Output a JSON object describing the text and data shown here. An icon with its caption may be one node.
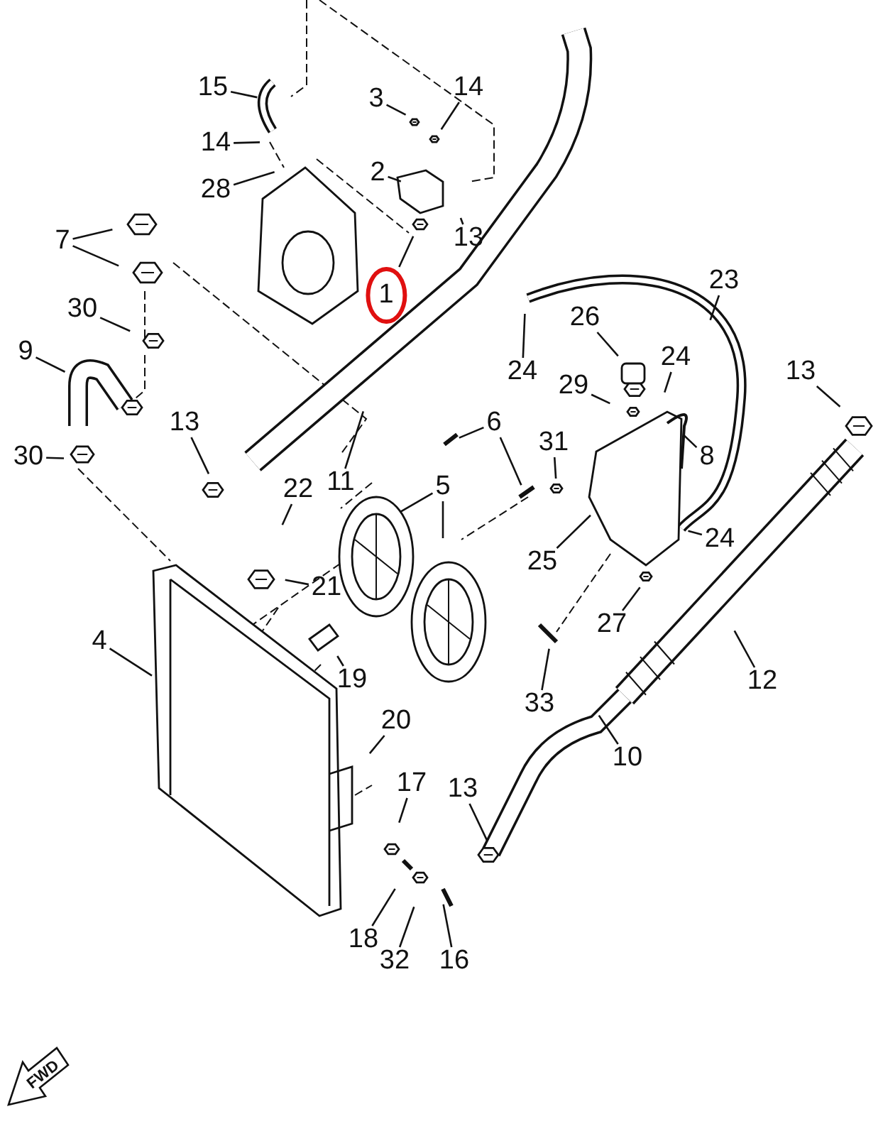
{
  "diagram": {
    "nodes": [
      {
        "text": [
          "15"
        ]
      },
      {
        "text": [
          "14"
        ]
      },
      {
        "text": [
          "28"
        ]
      },
      {
        "text": [
          "3"
        ]
      },
      {
        "text": [
          "14"
        ]
      },
      {
        "text": [
          "2"
        ]
      },
      {
        "text": [
          "13"
        ]
      },
      {
        "text": [
          "1"
        ]
      },
      {
        "text": [
          "7"
        ]
      },
      {
        "text": [
          "30"
        ]
      },
      {
        "text": [
          "9"
        ]
      },
      {
        "text": [
          "30"
        ]
      },
      {
        "text": [
          "13"
        ]
      },
      {
        "text": [
          "11"
        ]
      },
      {
        "text": [
          "22"
        ]
      },
      {
        "text": [
          "6"
        ]
      },
      {
        "text": [
          "5"
        ]
      },
      {
        "text": [
          "21"
        ]
      },
      {
        "text": [
          "4"
        ]
      },
      {
        "text": [
          "19"
        ]
      },
      {
        "text": [
          "20"
        ]
      },
      {
        "text": [
          "17"
        ]
      },
      {
        "text": [
          "18"
        ]
      },
      {
        "text": [
          "32"
        ]
      },
      {
        "text": [
          "16"
        ]
      },
      {
        "text": [
          "13"
        ]
      },
      {
        "text": [
          "10"
        ]
      },
      {
        "text": [
          "12"
        ]
      },
      {
        "text": [
          "33"
        ]
      },
      {
        "text": [
          "27"
        ]
      },
      {
        "text": [
          "25"
        ]
      },
      {
        "text": [
          "31"
        ]
      },
      {
        "text": [
          "24"
        ]
      },
      {
        "text": [
          "23"
        ]
      },
      {
        "text": [
          "26"
        ]
      },
      {
        "text": [
          "29"
        ]
      },
      {
        "text": [
          "24"
        ]
      },
      {
        "text": [
          "8"
        ]
      },
      {
        "text": [
          "24"
        ]
      },
      {
        "text": [
          "13"
        ]
      },
      {
        "text": [],
        "shape": "picture"
      }
    ],
    "edges": [
      {
        "from": 0,
        "to": null,
        "arrow": "none"
      },
      {
        "from": 1,
        "to": null,
        "arrow": "none"
      },
      {
        "from": 2,
        "to": null,
        "arrow": "none"
      },
      {
        "from": 3,
        "to": null,
        "arrow": "none"
      },
      {
        "from": 4,
        "to": null,
        "arrow": "none"
      },
      {
        "from": 5,
        "to": null,
        "arrow": "none"
      },
      {
        "from": 6,
        "to": null,
        "arrow": "none"
      },
      {
        "from": 7,
        "to": null,
        "arrow": "none"
      },
      {
        "from": 8,
        "to": null,
        "arrow": "none"
      },
      {
        "from": 8,
        "to": null,
        "arrow": "none"
      },
      {
        "from": 9,
        "to": null,
        "arrow": "none"
      },
      {
        "from": 10,
        "to": null,
        "arrow": "none"
      },
      {
        "from": 11,
        "to": null,
        "arrow": "none"
      },
      {
        "from": 12,
        "to": null,
        "arrow": "none"
      },
      {
        "from": 13,
        "to": null,
        "arrow": "none"
      },
      {
        "from": 14,
        "to": null,
        "arrow": "none"
      },
      {
        "from": 15,
        "to": null,
        "arrow": "none"
      },
      {
        "from": 15,
        "to": null,
        "arrow": "none"
      },
      {
        "from": 16,
        "to": null,
        "arrow": "none"
      },
      {
        "from": 16,
        "to": null,
        "arrow": "none"
      },
      {
        "from": 17,
        "to": null,
        "arrow": "none"
      },
      {
        "from": 18,
        "to": 40,
        "arrow": "none"
      },
      {
        "from": 19,
        "to": null,
        "arrow": "none"
      },
      {
        "from": 20,
        "to": null,
        "arrow": "none"
      },
      {
        "from": 21,
        "to": null,
        "arrow": "none"
      },
      {
        "from": 22,
        "to": null,
        "arrow": "none"
      },
      {
        "from": 23,
        "to": null,
        "arrow": "none"
      },
      {
        "from": 24,
        "to": null,
        "arrow": "none"
      },
      {
        "from": 25,
        "to": null,
        "arrow": "none"
      },
      {
        "from": 26,
        "to": null,
        "arrow": "none"
      },
      {
        "from": 27,
        "to": null,
        "arrow": "none"
      },
      {
        "from": 28,
        "to": null,
        "arrow": "none"
      },
      {
        "from": 29,
        "to": null,
        "arrow": "none"
      },
      {
        "from": 30,
        "to": null,
        "arrow": "none"
      },
      {
        "from": 31,
        "to": null,
        "arrow": "none"
      },
      {
        "from": 32,
        "to": null,
        "arrow": "none"
      },
      {
        "from": 33,
        "to": null,
        "arrow": "none"
      },
      {
        "from": 34,
        "to": null,
        "arrow": "none"
      },
      {
        "from": 35,
        "to": null,
        "arrow": "none"
      },
      {
        "from": 36,
        "to": null,
        "arrow": "none"
      },
      {
        "from": 37,
        "to": null,
        "arrow": "none"
      },
      {
        "from": 38,
        "to": null,
        "arrow": "none"
      },
      {
        "from": 39,
        "to": null,
        "arrow": "none"
      }
    ],
    "labels": [
      "FWD"
    ]
  }
}
